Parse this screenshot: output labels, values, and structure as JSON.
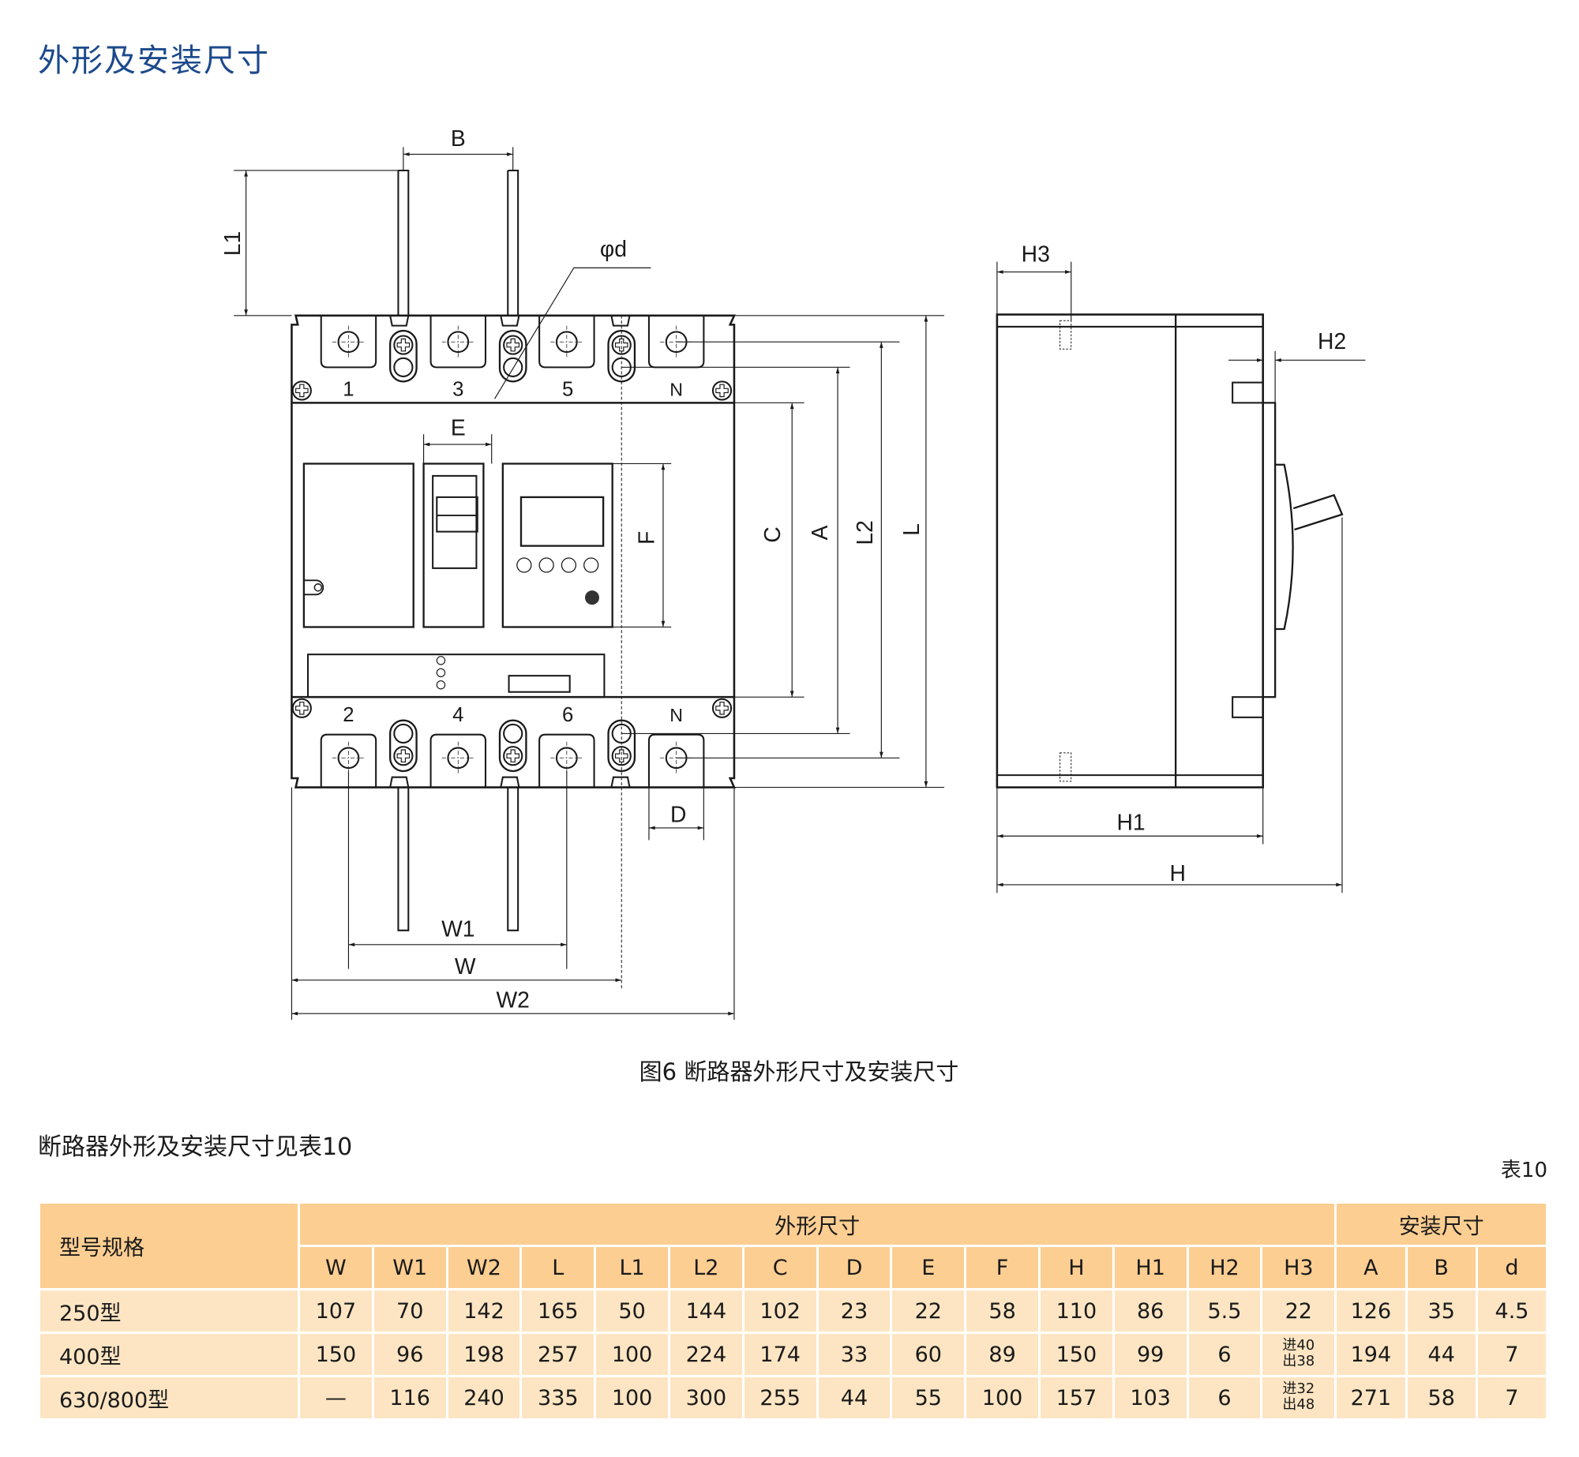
{
  "page_title": "外形及安装尺寸",
  "figure": {
    "caption": "图6 断路器外形尺寸及安装尺寸",
    "front_view": {
      "dimension_labels": [
        "B",
        "L1",
        "φd",
        "E",
        "F",
        "C",
        "A",
        "L2",
        "L",
        "D",
        "W1",
        "W",
        "W2"
      ],
      "terminal_labels_top": [
        "1",
        "3",
        "5",
        "N"
      ],
      "terminal_labels_bottom": [
        "2",
        "4",
        "6",
        "N"
      ]
    },
    "side_view": {
      "dimension_labels": [
        "H3",
        "H2",
        "H1",
        "H"
      ]
    }
  },
  "subtitle": "断路器外形及安装尺寸见表10",
  "table_label": "表10",
  "table": {
    "model_header": "型号规格",
    "group_headers": [
      {
        "label": "外形尺寸"
      },
      {
        "label": "安装尺寸"
      }
    ],
    "columns": [
      "W",
      "W1",
      "W2",
      "L",
      "L1",
      "L2",
      "C",
      "D",
      "E",
      "F",
      "H",
      "H1",
      "H2",
      "H3",
      "A",
      "B",
      "d"
    ],
    "rows": [
      {
        "model": "250型",
        "values": [
          "107",
          "70",
          "142",
          "165",
          "50",
          "144",
          "102",
          "23",
          "22",
          "58",
          "110",
          "86",
          "5.5",
          "22",
          "126",
          "35",
          "4.5"
        ]
      },
      {
        "model": "400型",
        "values": [
          "150",
          "96",
          "198",
          "257",
          "100",
          "224",
          "174",
          "33",
          "60",
          "89",
          "150",
          "99",
          "6",
          "进40 出38",
          "194",
          "44",
          "7"
        ],
        "h3_in": "进40",
        "h3_out": "出38"
      },
      {
        "model": "630/800型",
        "values": [
          "—",
          "116",
          "240",
          "335",
          "100",
          "300",
          "255",
          "44",
          "55",
          "100",
          "157",
          "103",
          "6",
          "进32 出48",
          "271",
          "58",
          "7"
        ],
        "h3_in": "进32",
        "h3_out": "出48"
      }
    ]
  },
  "colors": {
    "title": "#1c4a8c",
    "header_bg": "#fcce92",
    "row_bg": "#fde5c3"
  }
}
